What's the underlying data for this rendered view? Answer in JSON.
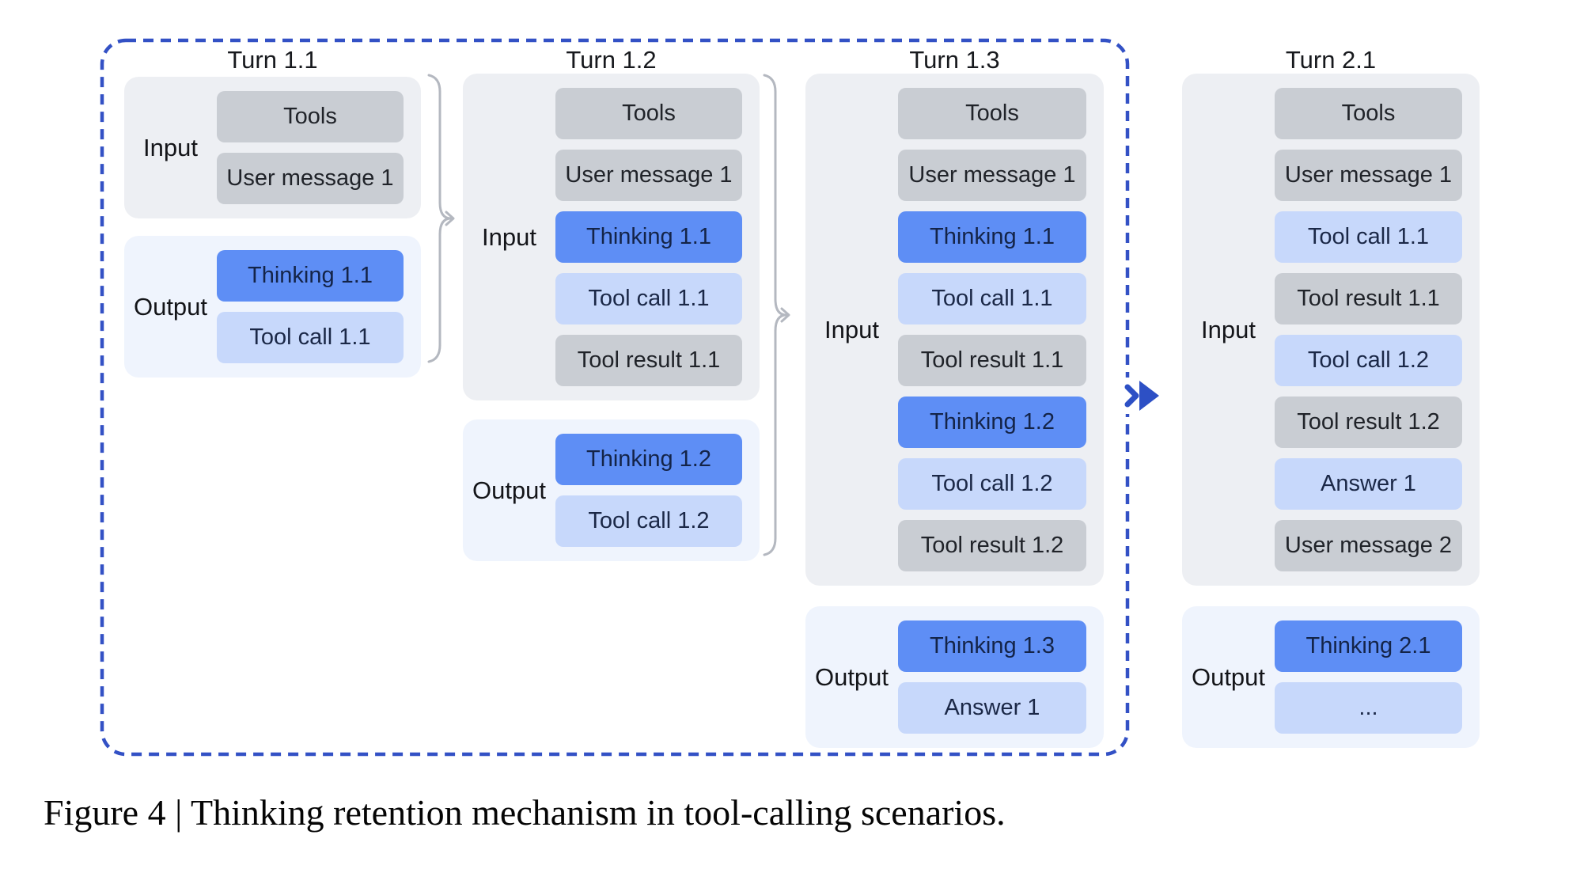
{
  "figure": {
    "caption": "Figure 4 | Thinking retention mechanism in tool-calling scenarios."
  },
  "colors": {
    "context_box": "#c9cdd3",
    "thinking_box": "#5e8ef5",
    "action_box": "#c7d8fb",
    "input_group_bg": "#edeff3",
    "output_group_bg": "#eff4fd",
    "retention_border": "#3351c5",
    "brace_arrow": "#b4b8c0",
    "next_turn_arrow": "#2d50c5"
  },
  "turns": [
    {
      "title": "Turn 1.1",
      "input": {
        "label": "Input",
        "boxes": [
          {
            "label": "Tools",
            "variant": "context"
          },
          {
            "label": "User message 1",
            "variant": "context"
          }
        ]
      },
      "output": {
        "label": "Output",
        "boxes": [
          {
            "label": "Thinking 1.1",
            "variant": "thinking"
          },
          {
            "label": "Tool call 1.1",
            "variant": "action"
          }
        ]
      }
    },
    {
      "title": "Turn 1.2",
      "input": {
        "label": "Input",
        "boxes": [
          {
            "label": "Tools",
            "variant": "context"
          },
          {
            "label": "User message 1",
            "variant": "context"
          },
          {
            "label": "Thinking 1.1",
            "variant": "thinking"
          },
          {
            "label": "Tool call 1.1",
            "variant": "action"
          },
          {
            "label": "Tool result 1.1",
            "variant": "context"
          }
        ]
      },
      "output": {
        "label": "Output",
        "boxes": [
          {
            "label": "Thinking 1.2",
            "variant": "thinking"
          },
          {
            "label": "Tool call 1.2",
            "variant": "action"
          }
        ]
      }
    },
    {
      "title": "Turn 1.3",
      "input": {
        "label": "Input",
        "boxes": [
          {
            "label": "Tools",
            "variant": "context"
          },
          {
            "label": "User message 1",
            "variant": "context"
          },
          {
            "label": "Thinking 1.1",
            "variant": "thinking"
          },
          {
            "label": "Tool call 1.1",
            "variant": "action"
          },
          {
            "label": "Tool result 1.1",
            "variant": "context"
          },
          {
            "label": "Thinking 1.2",
            "variant": "thinking"
          },
          {
            "label": "Tool call 1.2",
            "variant": "action"
          },
          {
            "label": "Tool result 1.2",
            "variant": "context"
          }
        ]
      },
      "output": {
        "label": "Output",
        "boxes": [
          {
            "label": "Thinking 1.3",
            "variant": "thinking"
          },
          {
            "label": "Answer 1",
            "variant": "action"
          }
        ]
      }
    },
    {
      "title": "Turn 2.1",
      "input": {
        "label": "Input",
        "boxes": [
          {
            "label": "Tools",
            "variant": "context"
          },
          {
            "label": "User message 1",
            "variant": "context"
          },
          {
            "label": "Tool call 1.1",
            "variant": "action"
          },
          {
            "label": "Tool result 1.1",
            "variant": "context"
          },
          {
            "label": "Tool call 1.2",
            "variant": "action"
          },
          {
            "label": "Tool result 1.2",
            "variant": "context"
          },
          {
            "label": "Answer 1",
            "variant": "action"
          },
          {
            "label": "User message 2",
            "variant": "context"
          }
        ]
      },
      "output": {
        "label": "Output",
        "boxes": [
          {
            "label": "Thinking 2.1",
            "variant": "thinking"
          },
          {
            "label": "...",
            "variant": "action"
          }
        ]
      }
    }
  ]
}
